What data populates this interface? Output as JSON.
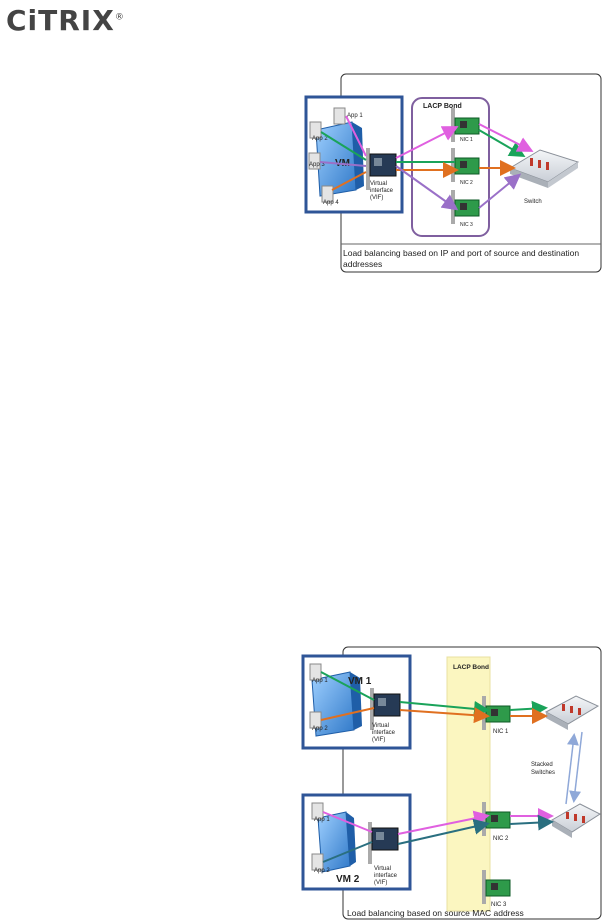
{
  "logo": {
    "text": "CiTRIX",
    "mark": "®"
  },
  "figure1": {
    "bond_label": "LACP Bond",
    "vm_label": "VM",
    "apps": [
      "App 1",
      "App 2",
      "App 3",
      "App 4"
    ],
    "vif_line1": "Virtual",
    "vif_line2": "interface",
    "vif_line3": "(VIF)",
    "nics": [
      "NIC 1",
      "NIC 2",
      "NIC 3"
    ],
    "switch_label": "Switch",
    "caption_line1": "Load balancing based on IP and port of source and destination",
    "caption_line2": "addresses"
  },
  "figure2": {
    "bond_label": "LACP Bond",
    "vm1_label": "VM 1",
    "vm2_label": "VM 2",
    "vm1_apps": [
      "App 1",
      "App 2"
    ],
    "vm2_apps": [
      "App 1",
      "App 2"
    ],
    "vif_line1": "Virtual",
    "vif_line2": "interface",
    "vif_line3": "(VIF)",
    "nics": [
      "NIC 1",
      "NIC 2",
      "NIC 3"
    ],
    "stacked_line1": "Stacked",
    "stacked_line2": "Switches",
    "caption": "Load balancing based on source MAC address"
  },
  "colors": {
    "vm_border": "#2f5597",
    "bond_border": "#7f5f9f",
    "bond_fill2": "#fbf6c0",
    "green": "#1aa35a",
    "orange": "#e07020",
    "pink": "#e060e0",
    "purple": "#9a70c8",
    "teal": "#2a6f80",
    "nic": "#2e9a4a"
  }
}
